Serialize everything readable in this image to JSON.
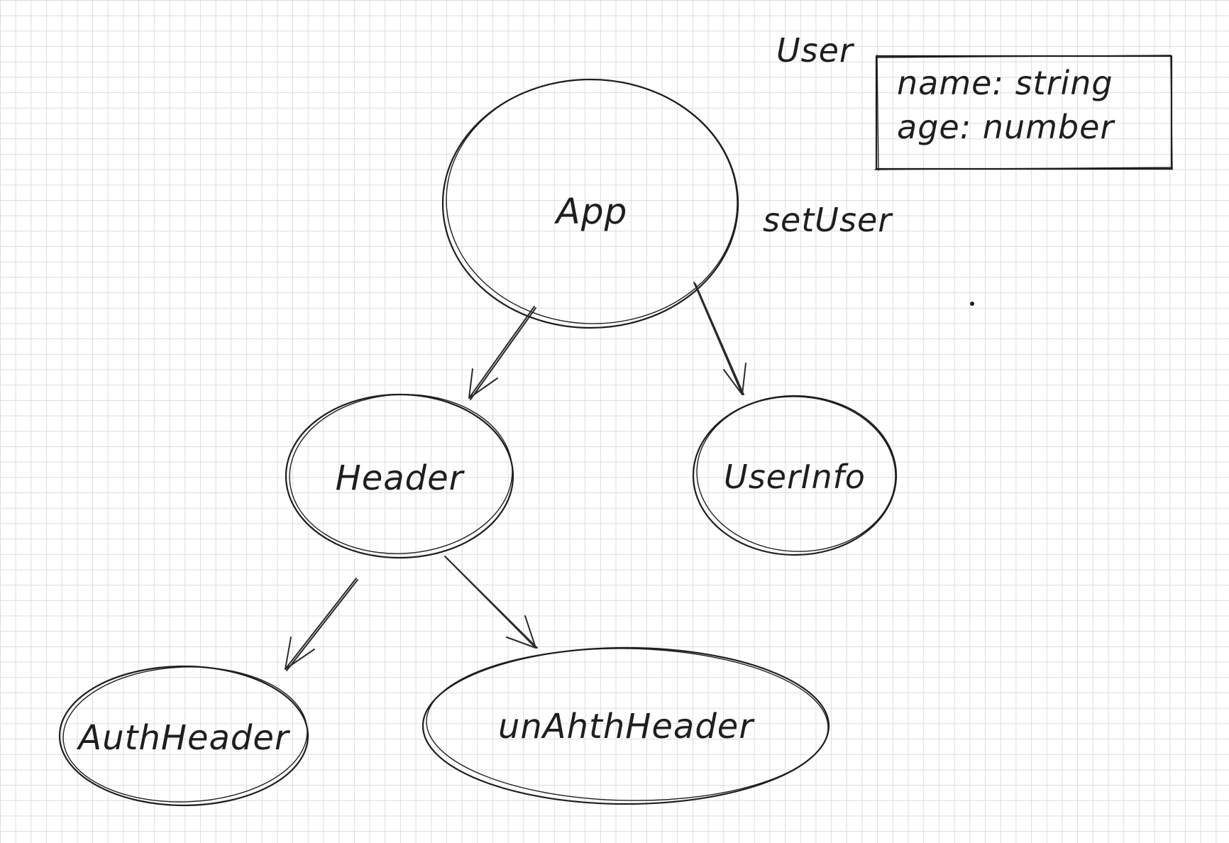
{
  "nodes": {
    "app": "App",
    "header": "Header",
    "user_info": "UserInfo",
    "auth_header": "AuthHeader",
    "unauth_header": "unAhthHeader"
  },
  "annotations": {
    "user_title": "User",
    "set_user": "setUser"
  },
  "user_type": {
    "fields": [
      "name: string",
      "age: number"
    ]
  },
  "edges": [
    {
      "from": "App",
      "to": "Header"
    },
    {
      "from": "App",
      "to": "UserInfo"
    },
    {
      "from": "Header",
      "to": "AuthHeader"
    },
    {
      "from": "Header",
      "to": "unAhthHeader"
    }
  ]
}
